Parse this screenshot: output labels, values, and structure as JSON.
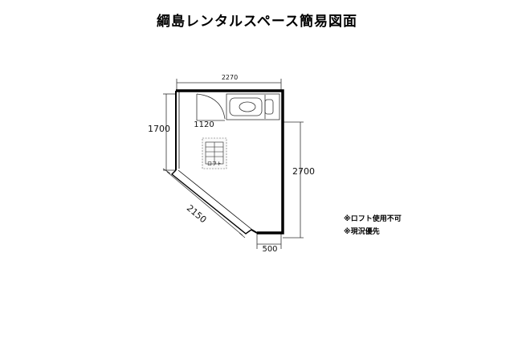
{
  "title": "綱島レンタルスペース簡易図面",
  "dimensions": {
    "top_width": "2270",
    "left_height": "1700",
    "inner_width": "1120",
    "right_height": "2700",
    "diagonal": "2150",
    "bottom": "500"
  },
  "loft_label": "ロフト",
  "notes": [
    "※ロフト使用不可",
    "※現況優先"
  ]
}
